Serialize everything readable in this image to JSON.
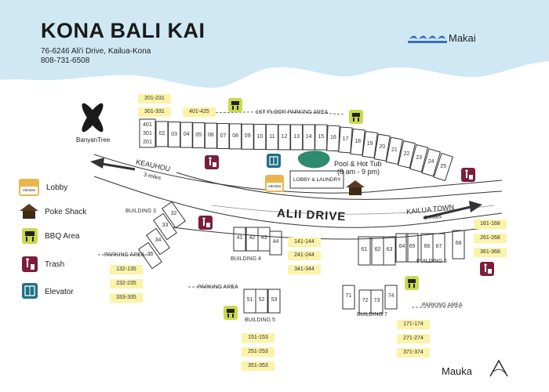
{
  "header": {
    "title": "KONA BALI KAI",
    "address": "76-6246 Ali'i Drive, Kailua-Kona",
    "phone": "808-731-6508",
    "makai": "Makai"
  },
  "mauka": "Mauka",
  "roads": {
    "alii": "ALII DRIVE",
    "keauhou": "KEAUHOU",
    "keauhou_miles": "3 miles",
    "kailua": "KAILUA TOWN",
    "kailua_miles": "3 miles"
  },
  "places": {
    "banyan": "BanyanTree",
    "pool": "Pool & Hot Tub",
    "pool_hours": "(8 am - 9 pm)",
    "lobby_laundry": "LOBBY & LAUNDRY",
    "first_floor_parking": "1ST FLOOR PARKING AREA",
    "parking": "PARKING AREA"
  },
  "legend": [
    {
      "label": "Lobby",
      "icon": "vacasa-icon"
    },
    {
      "label": "Poke Shack",
      "icon": "hut-icon"
    },
    {
      "label": "BBQ Area",
      "icon": "grill-icon"
    },
    {
      "label": "Trash",
      "icon": "trash-icon"
    },
    {
      "label": "Elevator",
      "icon": "elevator-icon"
    }
  ],
  "vacasa": "vacasa",
  "unit_ranges": {
    "top": [
      "201-231",
      "301-331",
      "401-425"
    ],
    "b4": [
      "141-144",
      "241-244",
      "341-344"
    ],
    "b3": [
      "132-135",
      "232-235",
      "333-335"
    ],
    "b5": [
      "151-153",
      "251-253",
      "351-353"
    ],
    "b7": [
      "171-174",
      "271-274",
      "371-374"
    ],
    "b6": [
      "161-168",
      "261-268",
      "361-368"
    ]
  },
  "buildings": {
    "b3": "BUILDING 3",
    "b4": "BUILDING 4",
    "b5": "BUILDING 5",
    "b6": "BUILDING 6",
    "b7": "BUILDING 7"
  },
  "units": {
    "main_stack": [
      "401",
      "301",
      "201"
    ],
    "main_row": [
      "02",
      "03",
      "04",
      "05",
      "06",
      "07",
      "08",
      "09",
      "10",
      "11",
      "12",
      "13",
      "14",
      "15",
      "16",
      "17",
      "18",
      "19",
      "20",
      "21",
      "22",
      "23",
      "24",
      "25"
    ],
    "b3": [
      "32",
      "33",
      "34",
      "35"
    ],
    "b4": [
      "41",
      "42",
      "43",
      "44"
    ],
    "b5": [
      "51",
      "52",
      "53"
    ],
    "b6": [
      "61",
      "62",
      "63",
      "64",
      "65",
      "66",
      "67",
      "68"
    ],
    "b7": [
      "71",
      "72",
      "73",
      "74"
    ]
  },
  "colors": {
    "ocean": "#cfe8f3",
    "tag": "#fbf3a8",
    "bbq": "#c9d94a",
    "trash": "#7a1e3a",
    "elevator": "#1f6f86",
    "pool": "#2e8b6e"
  }
}
